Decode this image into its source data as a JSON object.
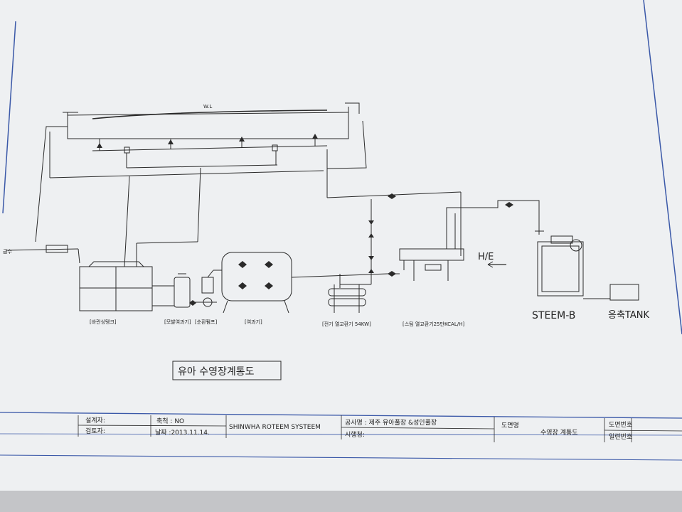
{
  "drawing": {
    "title": "유아 수영장계통도",
    "water_level_mark": "W.L",
    "source_label": "급수",
    "labels": {
      "balance_tank": "[바란싱탱크]",
      "hair_catcher": "[모발여과기]",
      "pump": "[순환펌프]",
      "filter": "[여과기]",
      "electric_heater": "[전기 열교환기 54KW]",
      "steam_heater": "[스팀 열교환기25만KCAL/H]",
      "he": "H/E",
      "boiler": "STEEM-B",
      "condensate_tank": "응축TANK"
    }
  },
  "title_block": {
    "designer_label": "설계자:",
    "checker_label": "검토자:",
    "scale_label": "축척 : NO",
    "date_label": "날짜 :2013.11.14.",
    "company": "SHINWHA ROTEEM SYSTEEM",
    "project_label": "공사명 : 제주 유아풀장 &성인풀장",
    "client_label": "시행청:",
    "drawing_name_label": "도면명",
    "drawing_name": "수영장 계통도",
    "drawing_no_label": "도면번호",
    "sheet_no_label": "일련번호"
  },
  "colors": {
    "paper": "#f3f4f6",
    "ink": "#2a2a2a",
    "border_blue": "#3a58a8"
  }
}
